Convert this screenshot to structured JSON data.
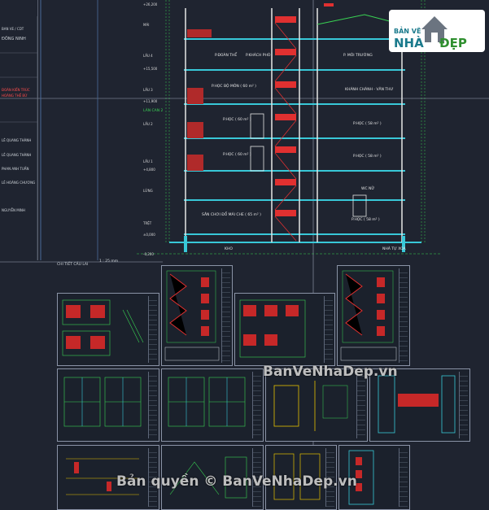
{
  "title_block": {
    "rows": [
      {
        "text": "BAN VE / CDT"
      },
      {
        "text": "ĐÔNG NINH"
      },
      {
        "text": "ĐOÀN KIẾN TRÚC"
      },
      {
        "text": "HOÀNG THẾ BỬ"
      },
      {
        "text": "LÊ QUANG THÀNH"
      },
      {
        "text": "LÊ QUANG THÀNH"
      },
      {
        "text": "PHAN ANH TUẤN"
      },
      {
        "text": "LÊ HOÀNG CHƯƠNG"
      },
      {
        "text": "NGUYỄN MINH"
      }
    ]
  },
  "section": {
    "levels": [
      {
        "label": "+26,200"
      },
      {
        "label": "MÁI"
      },
      {
        "label": "LẦU 4"
      },
      {
        "label": "+15,500"
      },
      {
        "label": "LẦU 3"
      },
      {
        "label": "+11,900"
      },
      {
        "label": "LẦU 2"
      },
      {
        "label": "LẦU 1"
      },
      {
        "label": "+4,800"
      },
      {
        "label": "LỬNG"
      },
      {
        "label": "TRỆT"
      },
      {
        "label": "±0,000"
      },
      {
        "label": "-0,200"
      }
    ],
    "rooms": [
      {
        "label": "P.ĐOÀN THỂ"
      },
      {
        "label": "P.KHÁCH PHÒ"
      },
      {
        "label": "P. MÔI TRƯỜNG"
      },
      {
        "label": "P.HỌC BỘ MÔN ( 60 m² )"
      },
      {
        "label": "KHÁNH CHÁNH - VĂN THƯ"
      },
      {
        "label": "P.HỌC ( 60 m² )"
      },
      {
        "label": "P.HỌC ( 58 m² )"
      },
      {
        "label": "P.HỌC ( 60 m² )"
      },
      {
        "label": "P.HỌC ( 58 m² )"
      },
      {
        "label": "WC NỮ"
      },
      {
        "label": "SÂN CHƠI ĐỔ MÁI CHE ( 65 m² )"
      },
      {
        "label": "P.HỌC ( 58 m² )"
      },
      {
        "label": "KHO"
      },
      {
        "label": "NHÀ TỰ XOA"
      }
    ],
    "scale_caption": "CHI TIẾT CẦU LAI",
    "scale_value": "1 : 25 mm",
    "side_label": "LÀN CAN 2"
  },
  "watermarks": {
    "mid": "BanVeNhaDep.vn",
    "bottom": "Bản quyền © BanVeNhaDep.vn"
  },
  "logo": {
    "line1": "BẢN VẼ",
    "line2": "NHÀ",
    "line3": "ĐẸP"
  },
  "colors": {
    "background": "#1f2430",
    "cad_green": "#39d353",
    "cad_red": "#e03030",
    "cad_cyan": "#38c8d8",
    "cad_white": "#e6e6e6",
    "logo_teal": "#1a7a8c",
    "logo_green": "#2f8f2f"
  }
}
